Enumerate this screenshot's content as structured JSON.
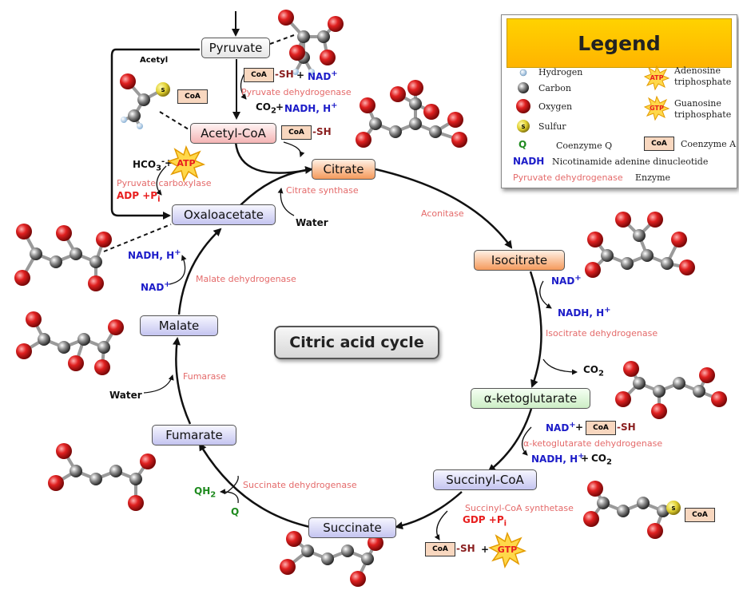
{
  "title": "Citric acid cycle",
  "metabolites": {
    "pyruvate": "Pyruvate",
    "acetyl_coa": "Acetyl-CoA",
    "citrate": "Citrate",
    "isocitrate": "Isocitrate",
    "alpha_ketoglutarate": "α-ketoglutarate",
    "succinyl_coa": "Succinyl-CoA",
    "succinate": "Succinate",
    "fumarate": "Fumarate",
    "malate": "Malate",
    "oxaloacetate": "Oxaloacetate"
  },
  "enzymes": {
    "pyruvate_dehydrogenase": "Pyruvate dehydrogenase",
    "pyruvate_carboxylase": "Pyruvate carboxylase",
    "citrate_synthase": "Citrate synthase",
    "aconitase": "Aconitase",
    "isocitrate_dehydrogenase": "Isocitrate dehydrogenase",
    "akg_dehydrogenase": "α-ketoglutarate dehydrogenase",
    "succinyl_coa_synthetase": "Succinyl-CoA synthetase",
    "succinate_dehydrogenase": "Succinate dehydrogenase",
    "fumarase": "Fumarase",
    "malate_dehydrogenase": "Malate dehydrogenase"
  },
  "cofactors": {
    "acetyl_label": "Acetyl",
    "coa": "CoA",
    "sh": "-SH",
    "plus": "+",
    "nad": "NAD",
    "nad_sup": "+",
    "nadh": "NADH, H",
    "nadh_sup": "+",
    "co2": "CO",
    "co2_sub": "2",
    "hco3": "HCO",
    "hco3_sub": "3",
    "hco3_sup": "-",
    "atp": "ATP",
    "gtp": "GTP",
    "adp": "ADP +P",
    "adp_sub": "i",
    "gdp": "GDP +P",
    "gdp_sub": "i",
    "water": "Water",
    "qh2": "QH",
    "qh2_sub": "2",
    "q": "Q",
    "s": "S"
  },
  "legend": {
    "title": "Legend",
    "hydrogen": "Hydrogen",
    "carbon": "Carbon",
    "oxygen": "Oxygen",
    "sulfur": "Sulfur",
    "s_symbol": "S",
    "q_symbol": "Q",
    "coenzyme_q": "Coenzyme Q",
    "coa_symbol": "CoA",
    "coenzyme_a": "Coenzyme A",
    "nadh_symbol": "NADH",
    "nadh_name": "Nicotinamide adenine dinucleotide",
    "enzyme_sample": "Pyruvate dehydrogenase",
    "enzyme": "Enzyme",
    "atp_symbol": "ATP",
    "atp_name_1": "Adenosine",
    "atp_name_2": "triphosphate",
    "gtp_symbol": "GTP",
    "gtp_name_1": "Guanosine",
    "gtp_name_2": "triphosphate"
  },
  "colors": {
    "enzyme": "#e46a6a",
    "nadh": "#1c1cc8",
    "atp_red": "#e81e1e",
    "q_green": "#1e8a1e",
    "legend_header": "#ffc400",
    "oxygen": "#d61f1f",
    "carbon": "#707070",
    "sulfur": "#e0d030",
    "hydrogen": "#b9d6ee"
  }
}
